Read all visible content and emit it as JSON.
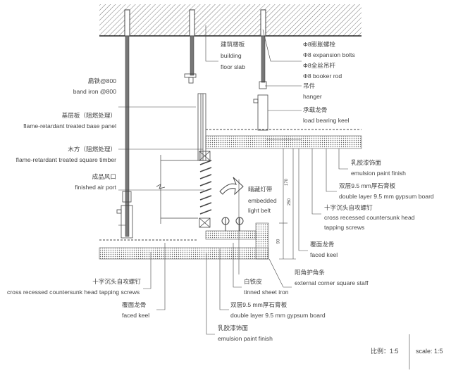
{
  "labels": {
    "slab_cn": "建筑楼板",
    "slab_en1": "building",
    "slab_en2": "floor slab",
    "bolt_cn": "Φ8膨胀螺栓",
    "bolt_en": "Φ8 expansion bolts",
    "rod_cn": "Φ8全丝吊杆",
    "rod_en": "Φ8 booker rod",
    "hanger_cn": "吊件",
    "hanger_en": "hanger",
    "lbkeel_cn": "承载龙骨",
    "lbkeel_en": "load bearing keel",
    "band_cn": "扁铁@800",
    "band_en": "band iron @800",
    "base_cn": "基层板（阻燃处理）",
    "base_en": "flame-retardant treated base panel",
    "timber_cn": "木方（阻燃处理）",
    "timber_en": "flame-retardant treated square timber",
    "air_cn": "成品风口",
    "air_en": "finished air port",
    "light_cn": "暗藏灯带",
    "light_en1": "embedded",
    "light_en2": "light belt",
    "paint1_cn": "乳胶漆饰面",
    "paint1_en": "emulsion paint finish",
    "gyp1_cn": "双层9.5 mm厚石膏板",
    "gyp1_en": "double layer 9.5 mm gypsum board",
    "screw1_cn": "十字沉头自攻螺钉",
    "screw1_en1": "cross recessed countersunk head",
    "screw1_en2": "tapping screws",
    "faced1_cn": "覆面龙骨",
    "faced1_en": "faced keel",
    "corner_cn": "阳角护角条",
    "corner_en": "external corner square staff",
    "tin_cn": "白铁皮",
    "tin_en": "tinned sheet iron",
    "screw2_cn": "十字沉头自攻螺钉",
    "screw2_en": "cross recessed countersunk head tapping screws",
    "faced2_cn": "覆面龙骨",
    "faced2_en": "faced keel",
    "gyp2_cn": "双层9.5 mm厚石膏板",
    "gyp2_en": "double layer 9.5 mm gypsum board",
    "paint2_cn": "乳胶漆饰面",
    "paint2_en": "emulsion paint finish"
  },
  "dimensions": {
    "d1": "170",
    "d2": "250",
    "d3": "90"
  },
  "scale": {
    "cn": "比例：1:5",
    "en": "scale: 1:5"
  }
}
